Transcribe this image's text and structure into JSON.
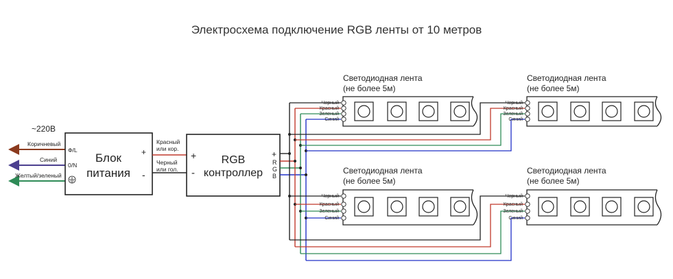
{
  "title": "Электросхема подключение  RGB ленты от 10 метров",
  "mains": {
    "voltage": "~220В",
    "wires": [
      {
        "label": "Коричневый",
        "terminal": "Ф/L",
        "color": "#8B3A1E"
      },
      {
        "label": "Синий",
        "terminal": "0/N",
        "color": "#4B3F8F"
      },
      {
        "label": "Желтый/зеленый",
        "terminal": "⏚",
        "color": "#2E8B57"
      }
    ]
  },
  "psu": {
    "title_line1": "Блок",
    "title_line2": "питания",
    "plus": "+",
    "minus": "-"
  },
  "psu_outputs": {
    "pos_line1": "Красный",
    "pos_line2": "или кор.",
    "neg_line1": "Черный",
    "neg_line2": "или гол."
  },
  "controller": {
    "title_line1": "RGB",
    "title_line2": "контроллер",
    "in_plus": "+",
    "in_minus": "-",
    "out_plus": "+",
    "out_r": "R",
    "out_g": "G",
    "out_b": "B"
  },
  "strips": [
    {
      "title_line1": "Светодиодная лента",
      "title_line2": "(не более 5м)"
    },
    {
      "title_line1": "Светодиодная лента",
      "title_line2": "(не более 5м)"
    },
    {
      "title_line1": "Светодиодная лента",
      "title_line2": "(не более 5м)"
    },
    {
      "title_line1": "Светодиодная лента",
      "title_line2": "(не более 5м)"
    }
  ],
  "strip_pins": [
    "Черный",
    "Красный",
    "Зеленый",
    "Синий"
  ],
  "colors": {
    "black": "#222222",
    "red": "#C0392B",
    "green": "#2E8B57",
    "blue": "#2130C8",
    "brown": "#8B3A1E",
    "navy": "#4B3F8F"
  }
}
